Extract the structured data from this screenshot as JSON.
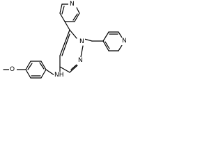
{
  "molecule": {
    "atom_labels": {
      "pyridine_top_n": "N",
      "pyridine_right_n": "N",
      "pyrimidine_n1": "N",
      "pyrimidine_n3": "N",
      "methoxy_o": "O",
      "amine_nh": "NH"
    },
    "colors": {
      "ink": "#000000",
      "background": "#ffffff"
    }
  }
}
